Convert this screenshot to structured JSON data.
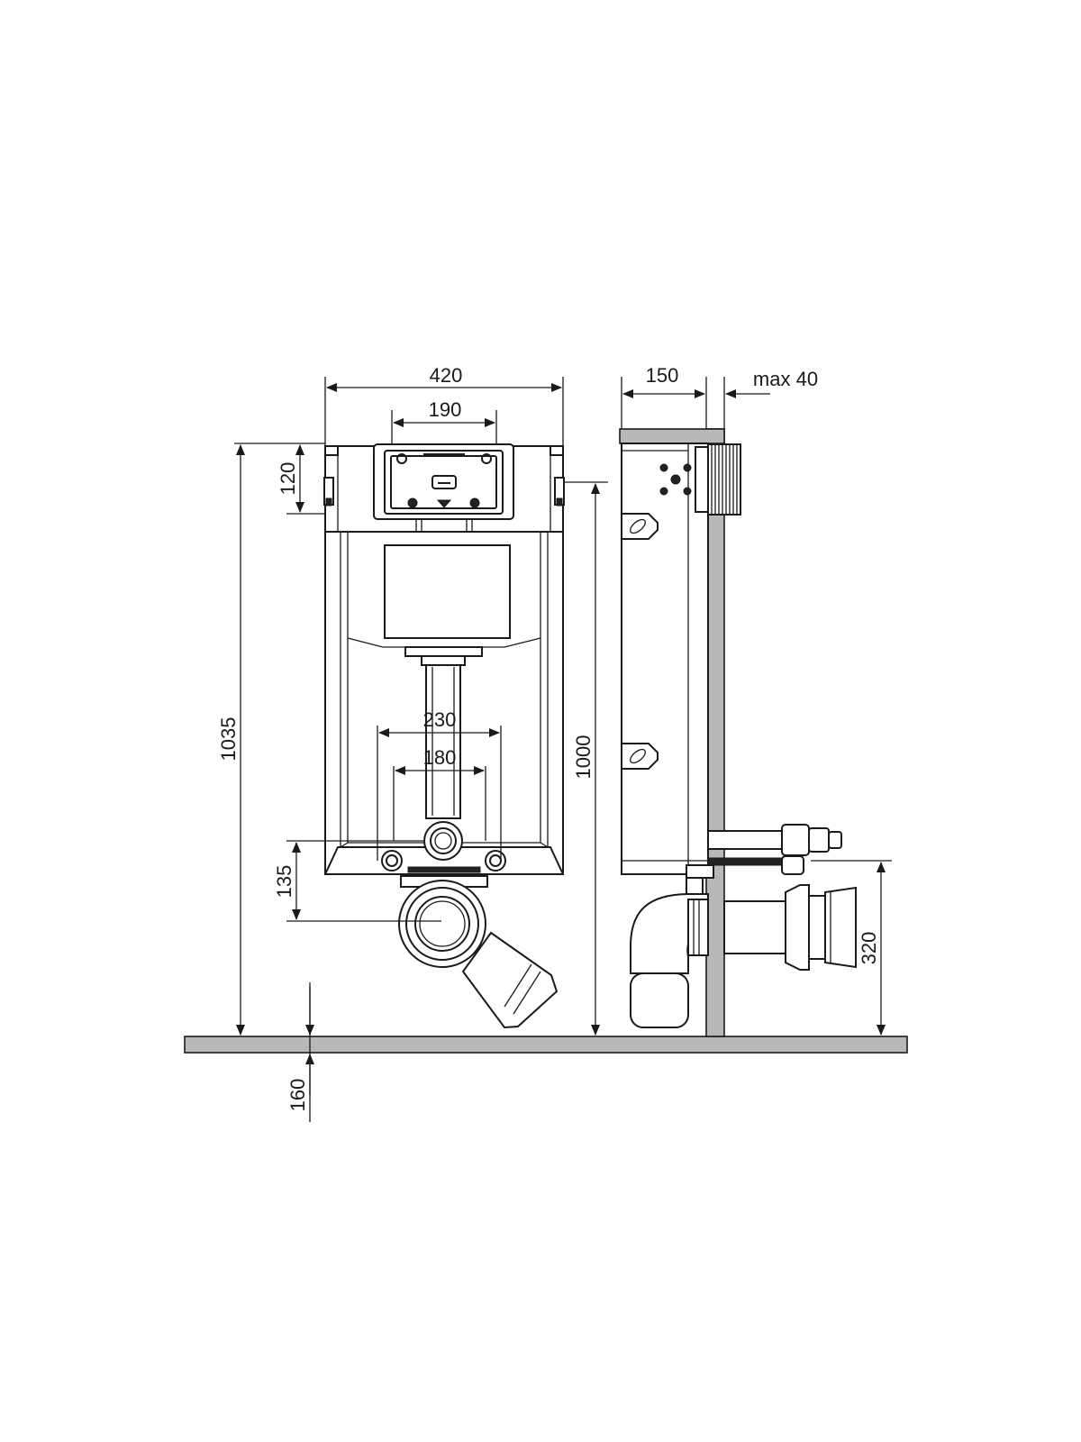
{
  "dimensions": {
    "frame_width": "420",
    "plate_width": "190",
    "plate_height": "120",
    "total_height": "1035",
    "frame_height": "1000",
    "outer_spacing": "230",
    "inner_spacing": "180",
    "drain_offset": "135",
    "floor_offset": "160",
    "depth": "150",
    "wall_max": "max 40",
    "outlet_height": "320"
  },
  "colors": {
    "line": "#1a1a1a",
    "wall": "#b8b8b8",
    "background": "#ffffff"
  }
}
